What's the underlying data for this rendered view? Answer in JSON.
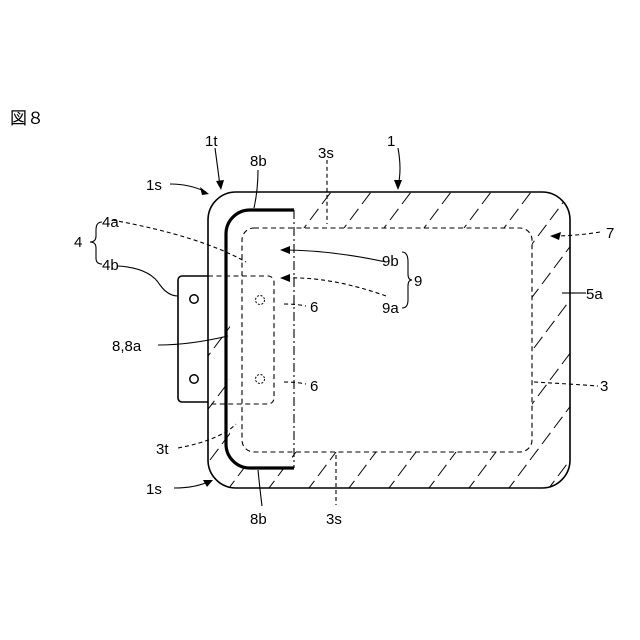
{
  "figure": {
    "title": "図８"
  },
  "labels": {
    "l1": "1",
    "l1t": "1t",
    "l1s_top": "1s",
    "l1s_bottom": "1s",
    "l3": "3",
    "l3s_top": "3s",
    "l3s_bottom": "3s",
    "l3t": "3t",
    "l4": "4",
    "l4a": "4a",
    "l4b": "4b",
    "l5a": "5a",
    "l6_top": "6",
    "l6_bottom": "6",
    "l7": "7",
    "l8_8a": "8,8a",
    "l8b_top": "8b",
    "l8b_bottom": "8b",
    "l9": "9",
    "l9a": "9a",
    "l9b": "9b"
  }
}
